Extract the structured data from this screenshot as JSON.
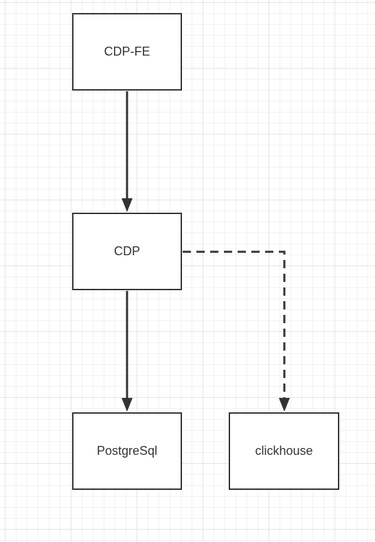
{
  "nodes": {
    "cdp_fe": "CDP-FE",
    "cdp": "CDP",
    "postgresql": "PostgreSql",
    "clickhouse": "clickhouse"
  },
  "edges": [
    {
      "from": "cdp_fe",
      "to": "cdp",
      "style": "solid"
    },
    {
      "from": "cdp",
      "to": "postgresql",
      "style": "solid"
    },
    {
      "from": "cdp",
      "to": "clickhouse",
      "style": "dashed"
    }
  ],
  "colors": {
    "stroke": "#333333",
    "grid_major": "#e4e4e4",
    "grid_minor": "#f1f1f1",
    "background": "#ffffff"
  }
}
